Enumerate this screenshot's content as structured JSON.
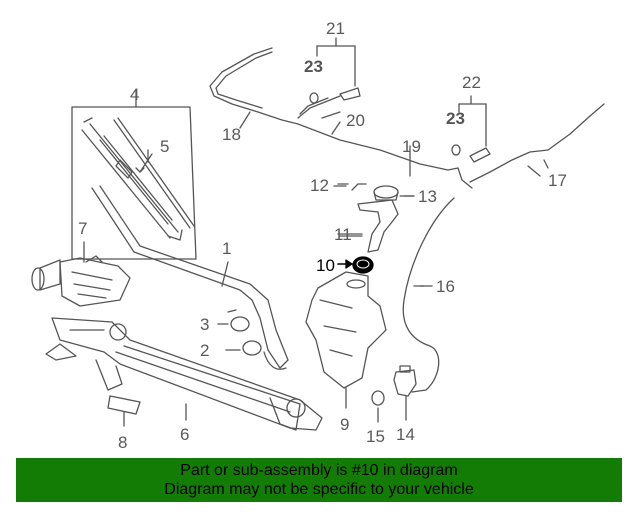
{
  "diagram": {
    "callouts": [
      {
        "id": "c1",
        "label": "1"
      },
      {
        "id": "c2",
        "label": "2"
      },
      {
        "id": "c3",
        "label": "3"
      },
      {
        "id": "c4",
        "label": "4"
      },
      {
        "id": "c5",
        "label": "5"
      },
      {
        "id": "c6",
        "label": "6"
      },
      {
        "id": "c7",
        "label": "7"
      },
      {
        "id": "c8",
        "label": "8"
      },
      {
        "id": "c9",
        "label": "9"
      },
      {
        "id": "c10",
        "label": "10"
      },
      {
        "id": "c11",
        "label": "11"
      },
      {
        "id": "c12",
        "label": "12"
      },
      {
        "id": "c13",
        "label": "13"
      },
      {
        "id": "c14",
        "label": "14"
      },
      {
        "id": "c15",
        "label": "15"
      },
      {
        "id": "c16",
        "label": "16"
      },
      {
        "id": "c17",
        "label": "17"
      },
      {
        "id": "c18",
        "label": "18"
      },
      {
        "id": "c19",
        "label": "19"
      },
      {
        "id": "c20",
        "label": "20"
      },
      {
        "id": "c21",
        "label": "21"
      },
      {
        "id": "c22",
        "label": "22"
      },
      {
        "id": "c23a",
        "label": "23"
      },
      {
        "id": "c23b",
        "label": "23"
      }
    ],
    "highlight_color": "#000000",
    "line_color": "#555555"
  },
  "banner": {
    "line1": "Part or sub-assembly is #10 in diagram",
    "line2": "Diagram may not be specific to your vehicle",
    "background": "#137c05"
  }
}
